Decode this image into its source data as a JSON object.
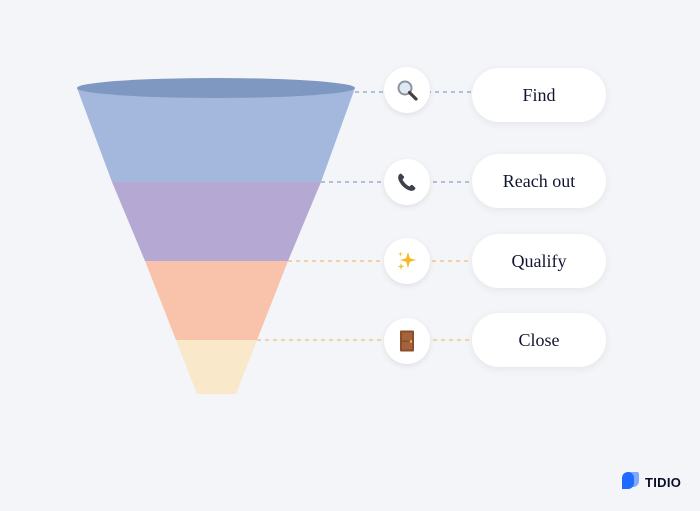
{
  "steps": [
    {
      "label": "Find",
      "icon": "magnifying-glass-icon",
      "color": "#a4b8de",
      "line_color": "#9aaed0"
    },
    {
      "label": "Reach out",
      "icon": "telephone-icon",
      "color": "#b5a8d3",
      "line_color": "#9aaed0"
    },
    {
      "label": "Qualify",
      "icon": "sparkles-icon",
      "color": "#f8c2ab",
      "line_color": "#f4c48e"
    },
    {
      "label": "Close",
      "icon": "door-icon",
      "color": "#f9e8c9",
      "line_color": "#f4c48e"
    }
  ],
  "funnel": {
    "rim_color": "#7f98c2"
  },
  "brand": {
    "name": "TIDIO",
    "accent": "#1f6bff"
  }
}
